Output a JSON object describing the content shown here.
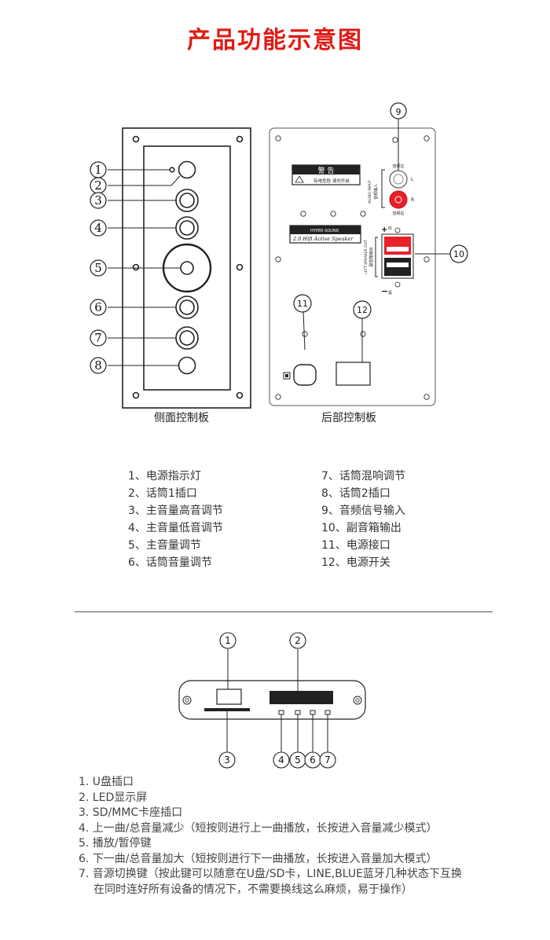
{
  "title": "产品功能示意图",
  "side_panel": {
    "caption": "侧面控制板",
    "callouts": [
      "1",
      "2",
      "3",
      "4",
      "5",
      "6",
      "7",
      "8"
    ]
  },
  "rear_panel": {
    "caption": "后部控制板",
    "callouts": [
      "9",
      "10",
      "11",
      "12"
    ],
    "warning_label": "警 告",
    "warning_sub": "有电危险 请勿开启",
    "brand_label": "2.0 Hifi Active Speaker",
    "brand_small": "HYPER SOUND",
    "audio_input_label": "音频输入",
    "audio_input_en": "AUDIO INPUT",
    "left_label": "音频左",
    "right_label": "音频右",
    "l": "L",
    "r": "R",
    "speaker_out_label": "副音箱输出",
    "speaker_out_en": "LEFT SPEAKER OUT",
    "plus": "+",
    "minus": "−",
    "red_label": "红",
    "black_label": "黑"
  },
  "functions_left": [
    "1、电源指示灯",
    "2、话筒1插口",
    "3、主音量高音调节",
    "4、主音量低音调节",
    "5、主音量调节",
    "6、话筒音量调节"
  ],
  "functions_right": [
    "7、话筒混响调节",
    "8、话筒2插口",
    "9、音频信号输入",
    "10、副音箱输出",
    "11、电源接口",
    "12、电源开关"
  ],
  "player_module": {
    "callouts_top": [
      "1",
      "2"
    ],
    "callouts_bottom": [
      "3",
      "4",
      "5",
      "6",
      "7"
    ]
  },
  "player_functions": [
    "1. U盘插口",
    "2. LED显示屏",
    "3. SD/MMC卡座插口",
    "4. 上一曲/总音量减少（短按则进行上一曲播放，长按进入音量减少模式）",
    "5. 播放/暂停键",
    "6. 下一曲/总音量加大（短按则进行下一曲播放，长按进入音量加大模式）",
    "7. 音源切换键（按此键可以随意在U盘/SD卡，LINE,BLUE蓝牙几种状态下互换",
    "在同时连好所有设备的情况下，不需要换线这么麻烦，易于操作）"
  ]
}
